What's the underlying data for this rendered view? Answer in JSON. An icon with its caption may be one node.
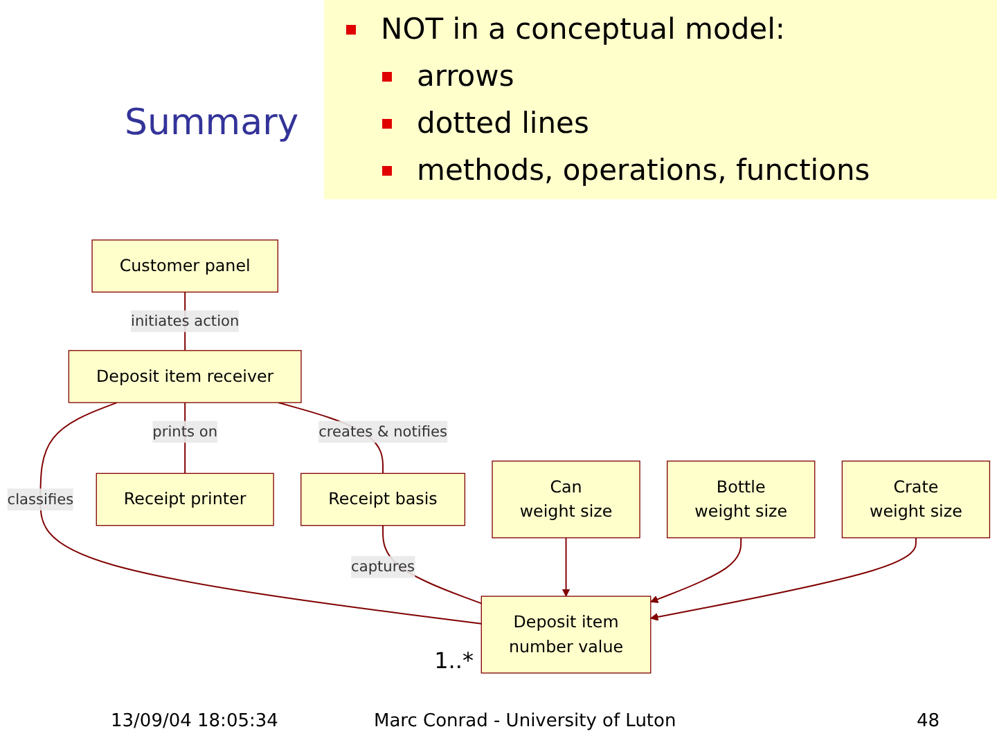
{
  "diagram": {
    "title": "Summary",
    "nodes": [
      {
        "text": [
          "Customer panel"
        ]
      },
      {
        "text": [
          "Deposit item receiver"
        ]
      },
      {
        "text": [
          "Receipt basis"
        ]
      },
      {
        "text": [
          "Deposit item",
          "number value"
        ]
      },
      {
        "text": [
          "Receipt printer"
        ]
      },
      {
        "text": [
          "Can",
          "weight size"
        ]
      },
      {
        "text": [
          "Bottle",
          "weight size"
        ]
      },
      {
        "text": [
          "Crate",
          "weight size"
        ]
      }
    ],
    "edges": [
      {
        "from": 0,
        "to": 1,
        "arrow": "none",
        "label": "initiates action"
      },
      {
        "from": 1,
        "to": 2,
        "arrow": "none",
        "label": "creates & notifies"
      },
      {
        "from": 1,
        "to": 3,
        "arrow": "none",
        "label": "classifies"
      },
      {
        "from": 2,
        "to": 3,
        "arrow": "none",
        "label": "captures"
      },
      {
        "from": 1,
        "to": 4,
        "arrow": "none",
        "label": "prints on"
      },
      {
        "from": 5,
        "to": 3,
        "arrow": "to"
      },
      {
        "from": 6,
        "to": 3,
        "arrow": "to"
      },
      {
        "from": 7,
        "to": 3,
        "arrow": "to"
      }
    ],
    "labels": [
      "NOT in a conceptual model:",
      "arrows",
      "dotted lines",
      "methods, operations, functions",
      "1..*",
      "13/09/04 18:05:34",
      "Marc Conrad - University of Luton",
      "48"
    ]
  }
}
